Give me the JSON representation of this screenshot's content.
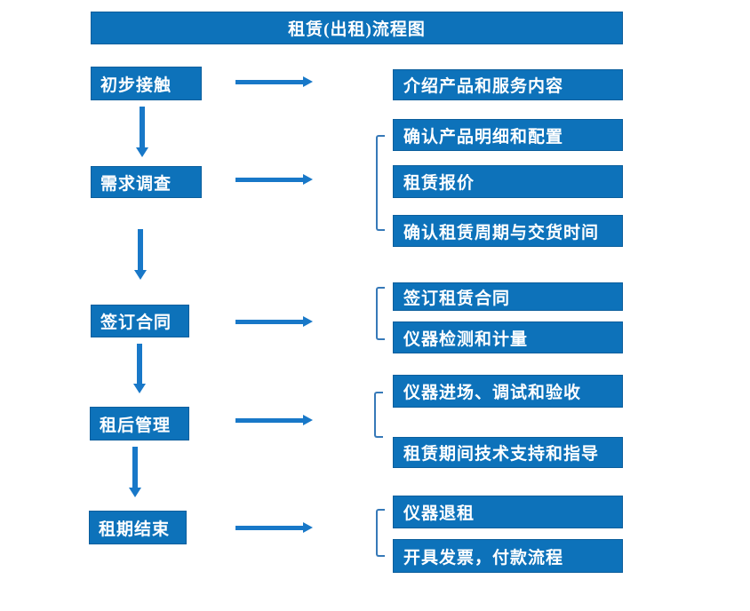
{
  "title": "租赁(出租)流程图",
  "colors": {
    "box_blue": "#0d72ba",
    "arrow_blue": "#1878c8",
    "bracket_blue": "#3679b8",
    "text": "#ffffff",
    "background": "#ffffff"
  },
  "stages": [
    {
      "label": "初步接触",
      "details": [
        "介绍产品和服务内容"
      ]
    },
    {
      "label": "需求调查",
      "details": [
        "确认产品明细和配置",
        "租赁报价",
        "确认租赁周期与交货时间"
      ]
    },
    {
      "label": "签订合同",
      "details": [
        "签订租赁合同",
        "仪器检测和计量"
      ]
    },
    {
      "label": "租后管理",
      "details": [
        "仪器进场、调试和验收",
        "租赁期间技术支持和指导"
      ]
    },
    {
      "label": "租期结束",
      "details": [
        "仪器退租",
        "开具发票，付款流程"
      ]
    }
  ]
}
